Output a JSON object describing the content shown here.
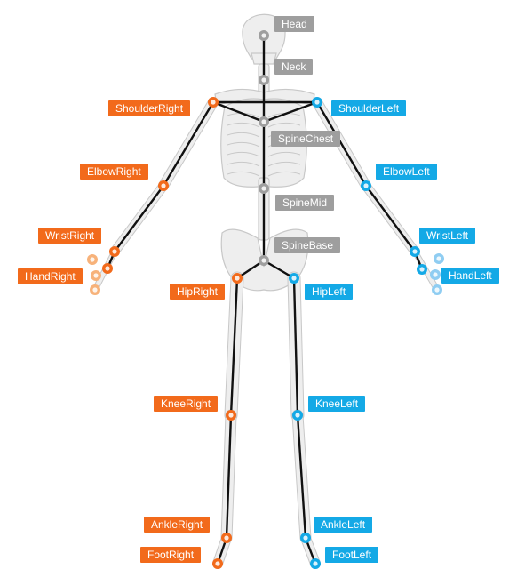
{
  "colors": {
    "center": "#9e9e9e",
    "right": "#f26a1b",
    "right_light": "#f7b27a",
    "left": "#14a9e6",
    "left_light": "#8fcdf2",
    "bone_stroke": "#c8c8c8",
    "bone_fill": "#eeeeee",
    "skeleton_line": "#111111"
  },
  "joints": {
    "head": "Head",
    "neck": "Neck",
    "spine_chest": "SpineChest",
    "spine_mid": "SpineMid",
    "spine_base": "SpineBase",
    "shoulder_right": "ShoulderRight",
    "elbow_right": "ElbowRight",
    "wrist_right": "WristRight",
    "hand_right": "HandRight",
    "hip_right": "HipRight",
    "knee_right": "KneeRight",
    "ankle_right": "AnkleRight",
    "foot_right": "FootRight",
    "shoulder_left": "ShoulderLeft",
    "elbow_left": "ElbowLeft",
    "wrist_left": "WristLeft",
    "hand_left": "HandLeft",
    "hip_left": "HipLeft",
    "knee_left": "KneeLeft",
    "ankle_left": "AnkleLeft",
    "foot_left": "FootLeft"
  }
}
